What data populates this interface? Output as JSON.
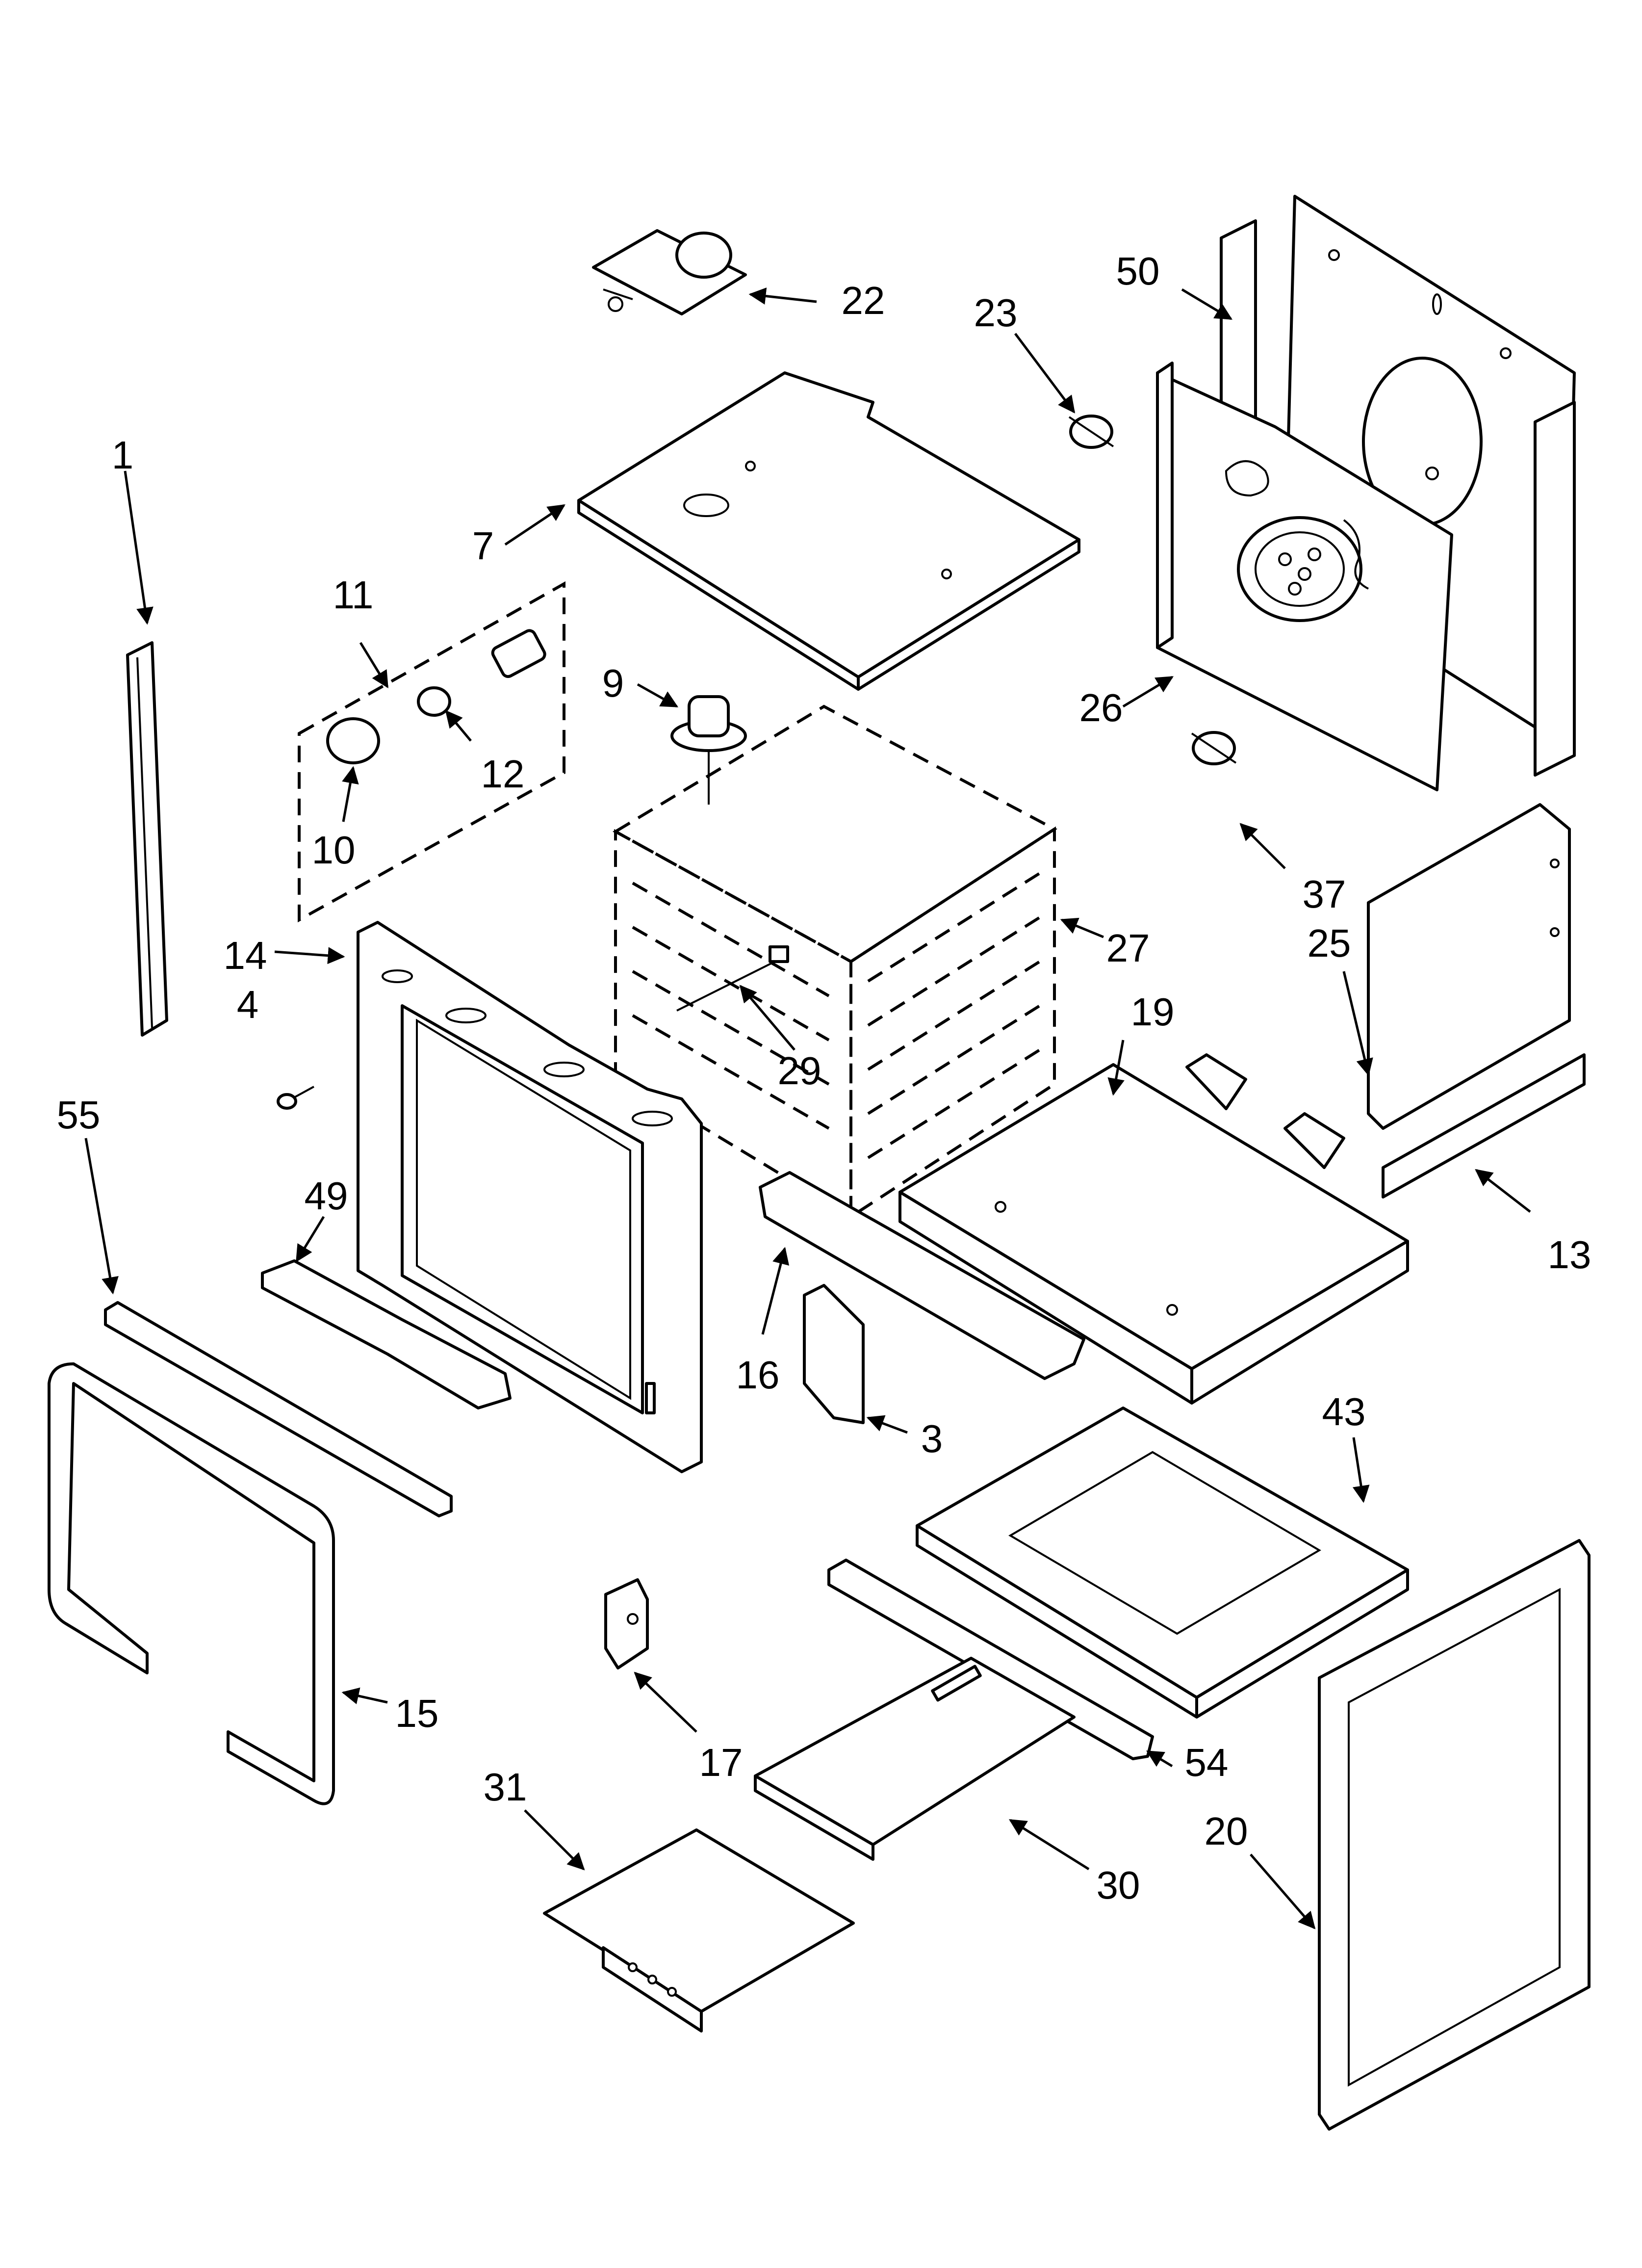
{
  "diagram": {
    "callouts": {
      "c1": "1",
      "c3": "3",
      "c4": "4",
      "c7": "7",
      "c9": "9",
      "c10": "10",
      "c11": "11",
      "c12": "12",
      "c13": "13",
      "c14": "14",
      "c15": "15",
      "c16": "16",
      "c17": "17",
      "c19": "19",
      "c20": "20",
      "c22": "22",
      "c23": "23",
      "c25": "25",
      "c26": "26",
      "c27": "27",
      "c29": "29",
      "c30": "30",
      "c31": "31",
      "c37": "37",
      "c43": "43",
      "c49": "49",
      "c50": "50",
      "c54": "54",
      "c55": "55"
    },
    "colors": {
      "line": "#000000",
      "background": "#ffffff"
    }
  }
}
